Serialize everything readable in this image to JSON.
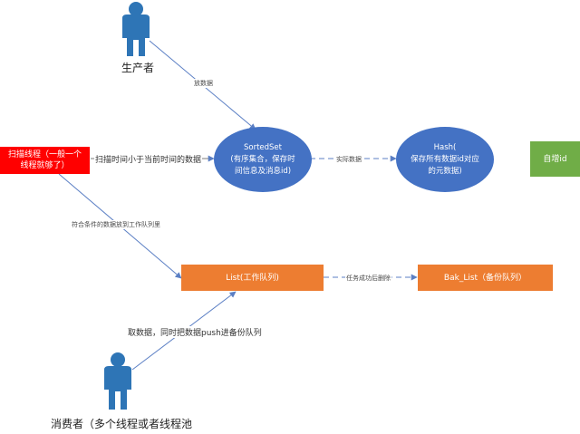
{
  "colors": {
    "blue_fill": "#4472c4",
    "orange_fill": "#ed7d31",
    "red_fill": "#ff0000",
    "green_fill": "#70ad47",
    "person_fill": "#2e75b6",
    "arrow": "#5b7fc4"
  },
  "icons": {
    "producer": "person-icon",
    "consumer": "person-icon"
  },
  "producer": {
    "label": "生产者"
  },
  "consumer": {
    "label": "消费者（多个线程或者线程池"
  },
  "scanner": {
    "line1": "扫描线程（一般一个",
    "line2": "线程就够了）"
  },
  "sortedset": {
    "line1": "SortedSet",
    "line2": "(有序集合，保存时",
    "line3": "间信息及消息id)"
  },
  "hash": {
    "line1": "Hash(",
    "line2": "保存所有数据id对应",
    "line3": "的元数据)"
  },
  "autoid": {
    "label": "自增id"
  },
  "list": {
    "label": "List(工作队列)"
  },
  "bak_list": {
    "label": "Bak_List（备份队列）"
  },
  "edges": {
    "put_data": "放数据",
    "scan_less_than_now": "扫描时间小于当前时间的数据",
    "actual_data": "实际数据",
    "matching_to_work_queue": "符合条件的数据放到工作队列里",
    "task_success_delete": "任务成功后删除",
    "take_data_push_backup": "取数据，同时把数据push进备份队列"
  }
}
